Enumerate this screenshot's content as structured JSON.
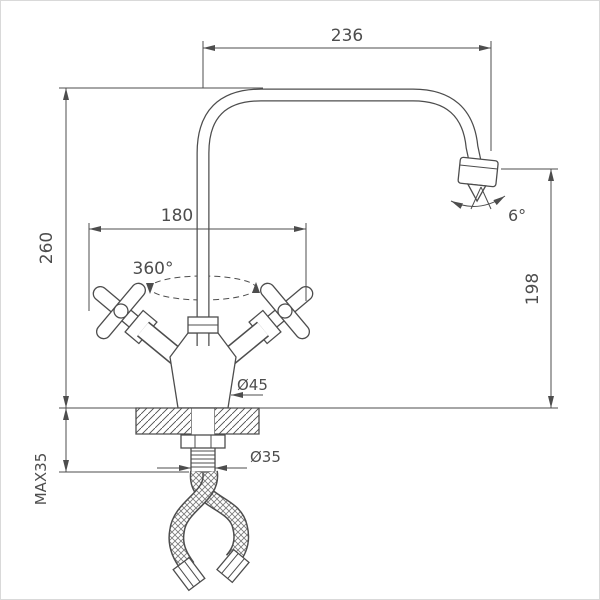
{
  "drawing": {
    "subject": "kitchen faucet with high swivel spout - dimensional technical drawing",
    "labels": {
      "top_width": "236",
      "reach": "180",
      "height_total": "260",
      "height_outlet": "198",
      "swivel": "360°",
      "tilt": "6°",
      "body_dia": "Ø45",
      "shank_dia": "Ø35",
      "max_deck": "MAX35"
    },
    "colors": {
      "line": "#4d4d4d",
      "background": "#ffffff"
    }
  }
}
